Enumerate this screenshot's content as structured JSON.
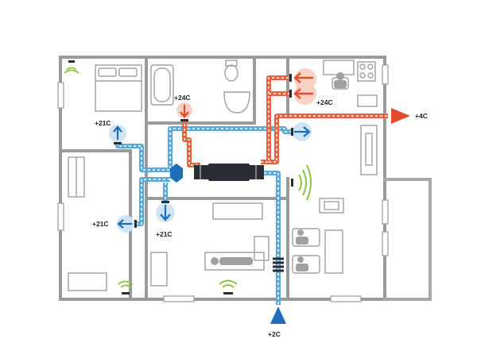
{
  "labels": {
    "bedroom": "+21C",
    "bathroom": "+24C",
    "kitchen": "+24C",
    "exhaust": "+4C",
    "west_room": "+21C",
    "hallway": "+21C",
    "intake": "+2C"
  },
  "colors": {
    "wall": "#9a9a9a",
    "supply_duct": "#5aa9dd",
    "extract_duct": "#e9623b",
    "supply_arrow": "#1f6fb8",
    "extract_arrow": "#e24b2a",
    "bubble_blue": "#cfe4f5",
    "bubble_red": "#f8d2c4",
    "intake_arrow": "#1f6fb8",
    "exhaust_arrow": "#e24b2a",
    "sensor_wave": "#8ac43f",
    "furniture": "#a0a0a0"
  },
  "icons": {
    "supply": "arrow-icon",
    "sensor": "wifi-wave-icon",
    "unit": "recuperator-unit-icon"
  }
}
